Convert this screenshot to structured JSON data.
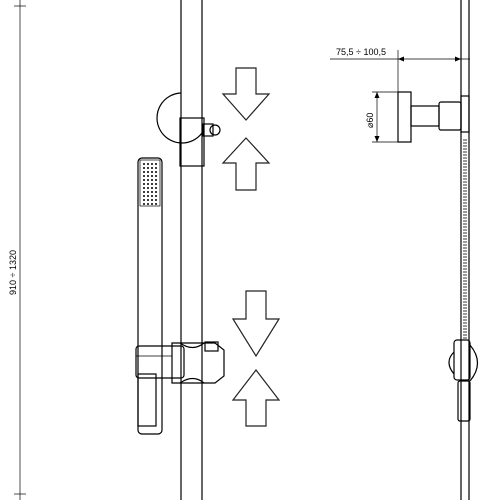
{
  "dimensions": {
    "height_range": "910 ÷ 1320",
    "offset_range": "75,5 ÷ 100,5",
    "diameter": "⌀60"
  },
  "icons": {
    "adjust_up": "arrow-up-icon",
    "adjust_down": "arrow-down-icon"
  },
  "colors": {
    "line": "#000000",
    "background": "#ffffff"
  }
}
